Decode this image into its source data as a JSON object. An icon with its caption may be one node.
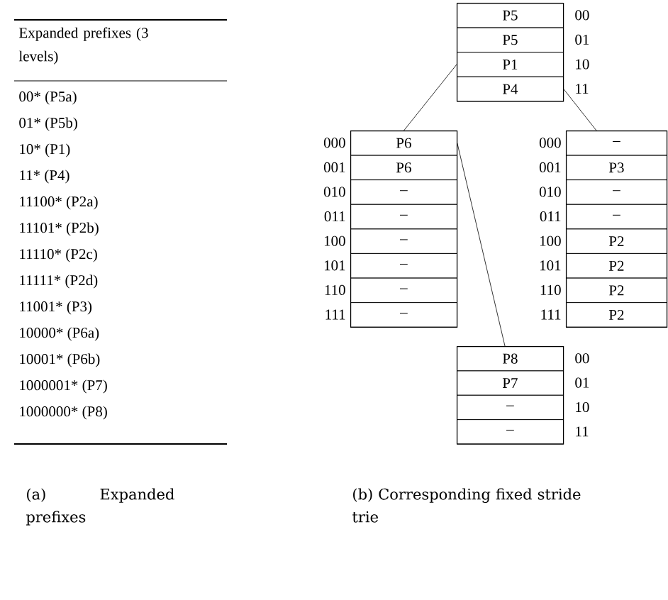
{
  "diagram": {
    "nodes": [
      {
        "text": [],
        "shape": "box"
      },
      {
        "text": [
          "P5"
        ],
        "in": 0,
        "beside": [
          "00"
        ]
      },
      {
        "text": [
          "P5"
        ],
        "in": 0,
        "beside": [
          "01"
        ]
      },
      {
        "text": [
          "P1"
        ],
        "in": 0,
        "beside": [
          "10"
        ]
      },
      {
        "text": [
          "P4"
        ],
        "in": 0,
        "beside": [
          "11"
        ]
      },
      {
        "text": [],
        "shape": "box"
      },
      {
        "text": [
          "P6"
        ],
        "in": 5,
        "beside": [
          "000"
        ]
      },
      {
        "text": [
          "P6"
        ],
        "in": 5,
        "beside": [
          "001"
        ]
      },
      {
        "text": [
          "–"
        ],
        "in": 5,
        "beside": [
          "010"
        ]
      },
      {
        "text": [
          "–"
        ],
        "in": 5,
        "beside": [
          "011"
        ]
      },
      {
        "text": [
          "–"
        ],
        "in": 5,
        "beside": [
          "100"
        ]
      },
      {
        "text": [
          "–"
        ],
        "in": 5,
        "beside": [
          "101"
        ]
      },
      {
        "text": [
          "–"
        ],
        "in": 5,
        "beside": [
          "110"
        ]
      },
      {
        "text": [
          "–"
        ],
        "in": 5,
        "beside": [
          "111"
        ]
      },
      {
        "text": [],
        "shape": "box"
      },
      {
        "text": [
          "–"
        ],
        "in": 14,
        "beside": [
          "000"
        ]
      },
      {
        "text": [
          "P3"
        ],
        "in": 14,
        "beside": [
          "001"
        ]
      },
      {
        "text": [
          "–"
        ],
        "in": 14,
        "beside": [
          "010"
        ]
      },
      {
        "text": [
          "–"
        ],
        "in": 14,
        "beside": [
          "011"
        ]
      },
      {
        "text": [
          "P2"
        ],
        "in": 14,
        "beside": [
          "100"
        ]
      },
      {
        "text": [
          "P2"
        ],
        "in": 14,
        "beside": [
          "101"
        ]
      },
      {
        "text": [
          "P2"
        ],
        "in": 14,
        "beside": [
          "110"
        ]
      },
      {
        "text": [
          "P2"
        ],
        "in": 14,
        "beside": [
          "111"
        ]
      },
      {
        "text": [],
        "shape": "box"
      },
      {
        "text": [
          "P8"
        ],
        "in": 23,
        "beside": [
          "00"
        ]
      },
      {
        "text": [
          "P7"
        ],
        "in": 23,
        "beside": [
          "01"
        ]
      },
      {
        "text": [
          "–"
        ],
        "in": 23,
        "beside": [
          "10"
        ]
      },
      {
        "text": [
          "–"
        ],
        "in": 23,
        "beside": [
          "11"
        ]
      }
    ],
    "edges": [
      {
        "from": 3,
        "to": 5,
        "arrow": "none"
      },
      {
        "from": 4,
        "to": 14,
        "arrow": "none"
      },
      {
        "from": 6,
        "to": 23,
        "arrow": "none"
      }
    ],
    "labels": [
      "Expanded prefixes (3 levels)",
      "00* (P5a)",
      "01* (P5b)",
      "10* (P1)",
      "11* (P4)",
      "11100* (P2a)",
      "11101* (P2b)",
      "11110* (P2c)",
      "11111* (P2d)",
      "11001* (P3)",
      "10000* (P6a)",
      "10001* (P6b)",
      "1000001* (P7)",
      "1000000* (P8)",
      "(a) Expanded prefixes",
      "(b) Corresponding fixed stride trie"
    ]
  }
}
